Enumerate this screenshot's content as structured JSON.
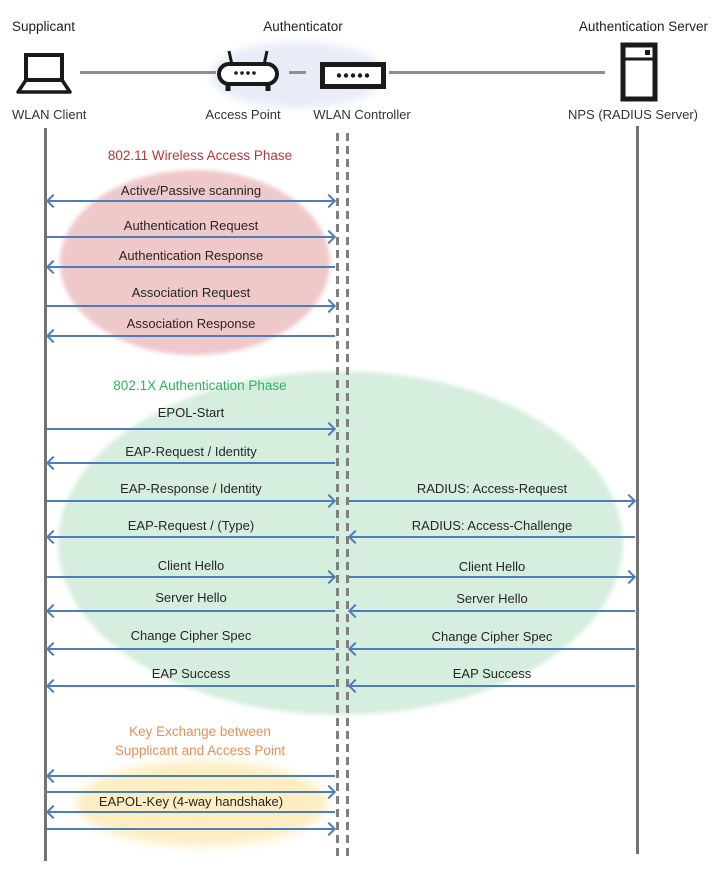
{
  "header": {
    "supplicant": "Supplicant",
    "authenticator": "Authenticator",
    "auth_server": "Authentication Server",
    "wlan_client": "WLAN Client",
    "access_point": "Access Point",
    "wlan_controller": "WLAN Controller",
    "nps": "NPS (RADIUS Server)"
  },
  "phases": {
    "phase1": {
      "title": "802.11 Wireless Access Phase",
      "color": "#B2383E",
      "fill": "#EFC8CA"
    },
    "phase2": {
      "title": "802.1X Authentication Phase",
      "color": "#2EB05C",
      "fill": "#D6EEDE"
    },
    "phase3": {
      "title_line1": "Key Exchange between",
      "title_line2": "Supplicant and Access Point",
      "color": "#E2915A",
      "fill": "#FCEEC2"
    }
  },
  "messages": {
    "scanning": "Active/Passive scanning",
    "auth_request": "Authentication Request",
    "auth_response": "Authentication Response",
    "assoc_request": "Association Request",
    "assoc_response": "Association Response",
    "epol_start": "EPOL-Start",
    "eap_request_identity": "EAP-Request / Identity",
    "eap_response_identity": "EAP-Response / Identity",
    "eap_request_type": "EAP-Request / (Type)",
    "radius_access_request": "RADIUS: Access-Request",
    "radius_access_challenge": "RADIUS: Access-Challenge",
    "client_hello": "Client Hello",
    "server_hello": "Server Hello",
    "change_cipher_spec": "Change Cipher Spec",
    "eap_success": "EAP Success",
    "eapol_key": "EAPOL-Key (4-way handshake)"
  },
  "colors": {
    "arrow": "#4E7DBD",
    "lifeline": "#737373",
    "connector": "#8F8F8F",
    "authenticator_fill": "#E7ECF7"
  },
  "icons": [
    "laptop-icon",
    "access-point-icon",
    "wlan-controller-icon",
    "server-icon"
  ]
}
